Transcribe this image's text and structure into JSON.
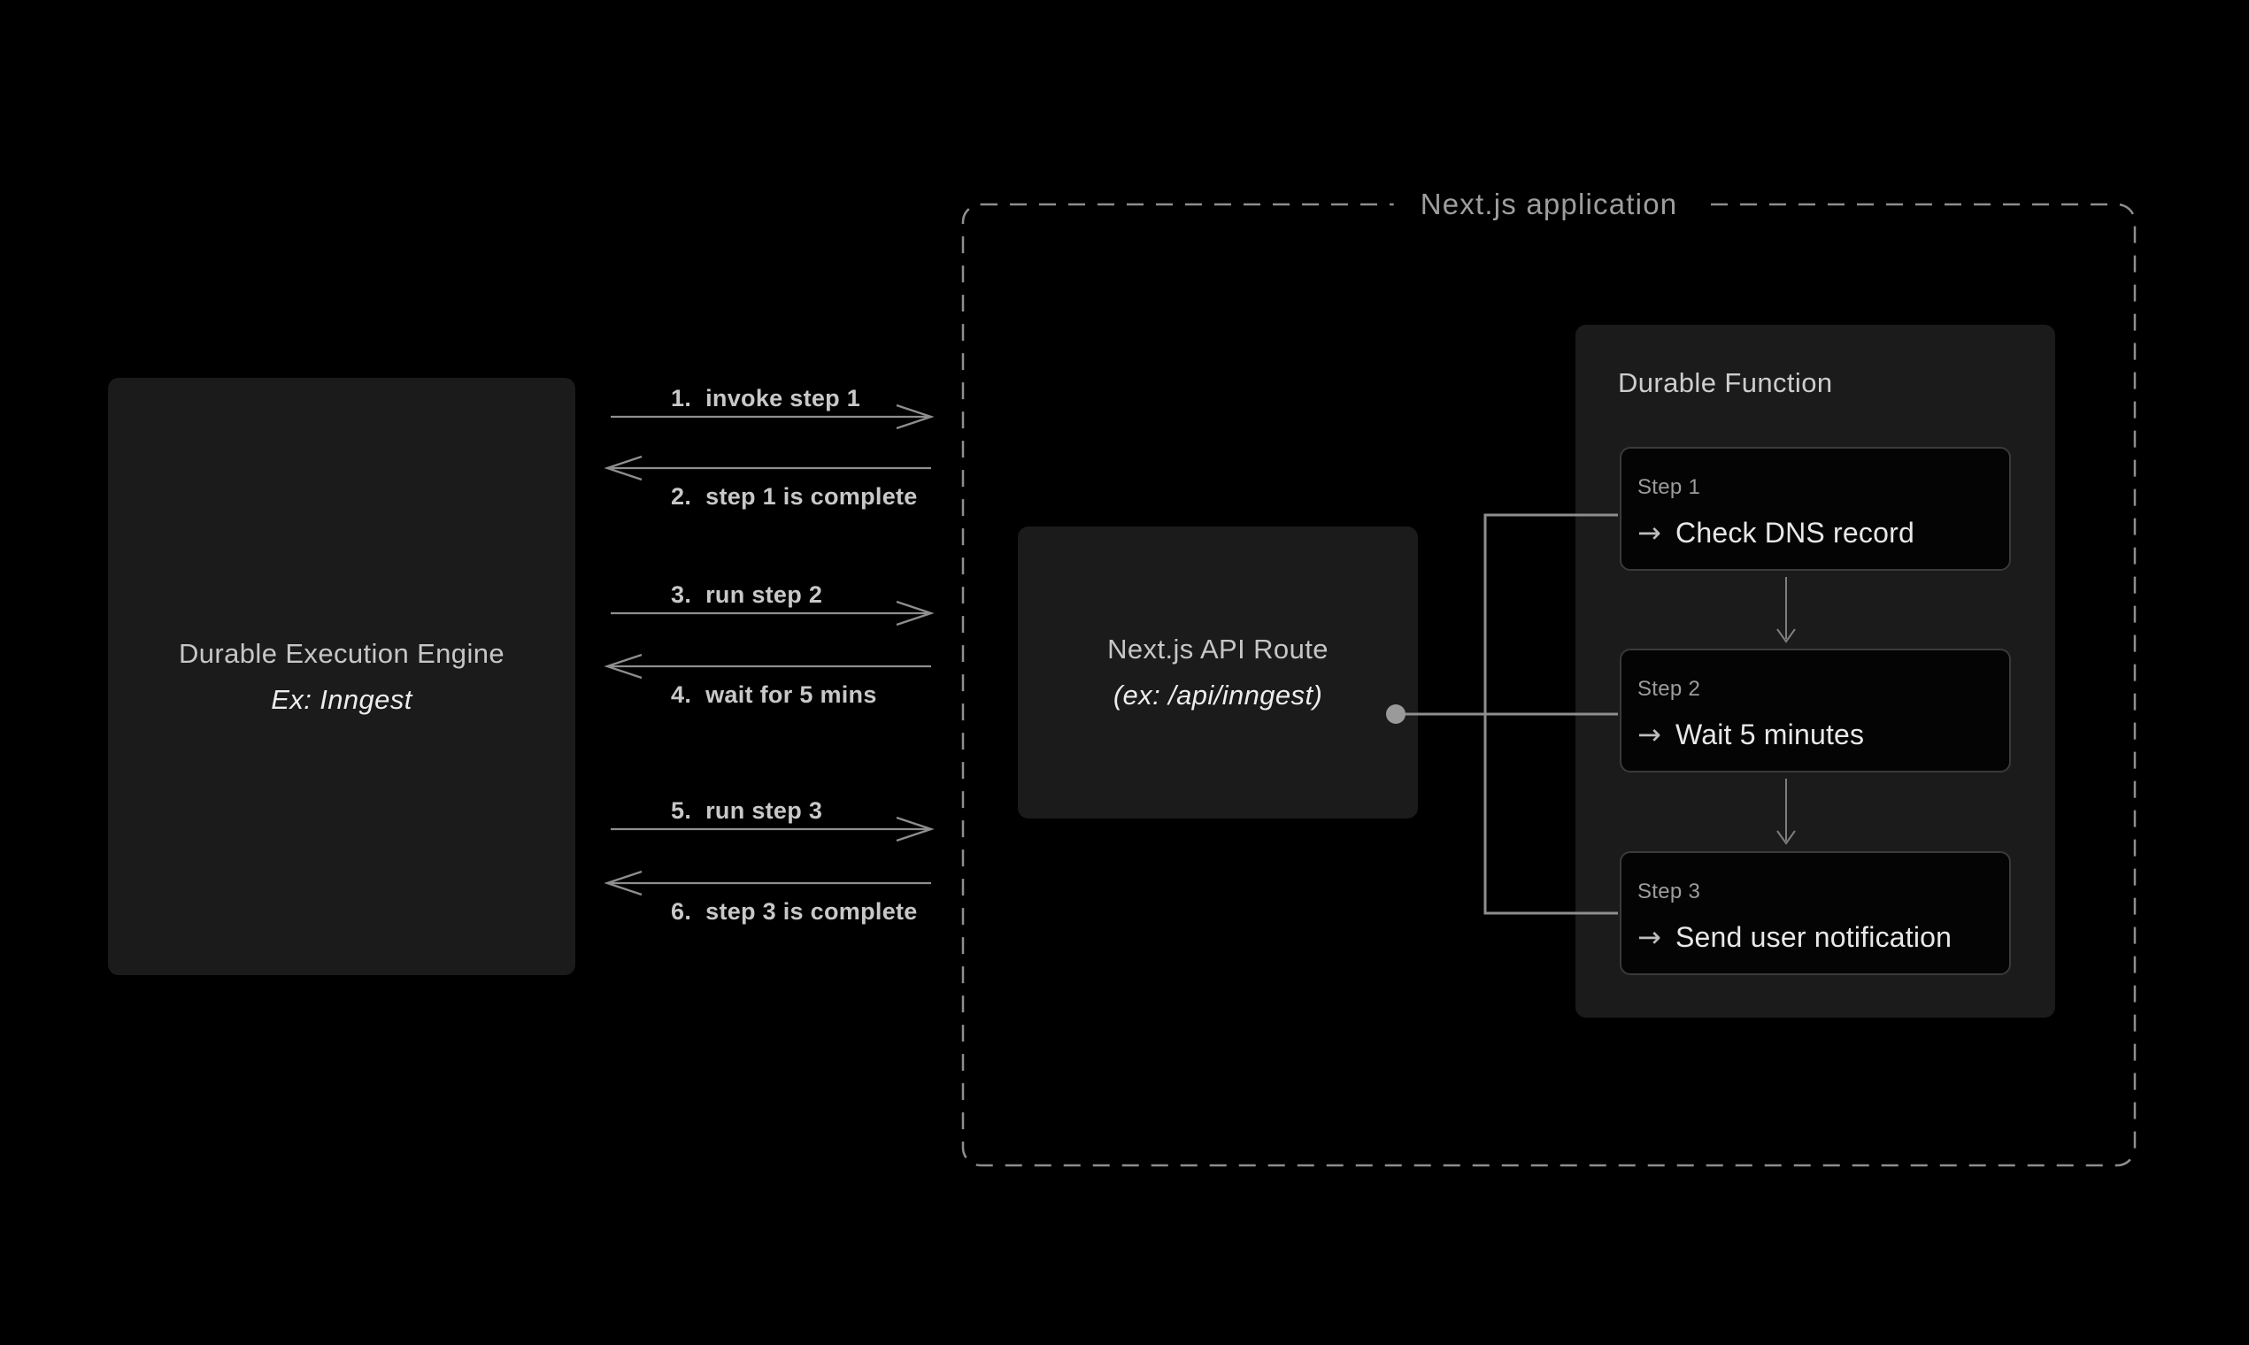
{
  "engine": {
    "title": "Durable Execution Engine",
    "subtitle": "Ex: Inngest"
  },
  "messages": [
    {
      "num": "1.",
      "text": "invoke step 1",
      "direction": "right"
    },
    {
      "num": "2.",
      "text": "step 1 is complete",
      "direction": "left"
    },
    {
      "num": "3.",
      "text": "run step 2",
      "direction": "right"
    },
    {
      "num": "4.",
      "text": "wait for 5 mins",
      "direction": "left"
    },
    {
      "num": "5.",
      "text": "run step 3",
      "direction": "right"
    },
    {
      "num": "6.",
      "text": "step 3 is complete",
      "direction": "left"
    }
  ],
  "nextjs_container": {
    "label": "Next.js application"
  },
  "api_route": {
    "title": "Next.js API Route",
    "subtitle": "(ex: /api/inngest)"
  },
  "durable_function": {
    "title": "Durable Function",
    "steps": [
      {
        "label": "Step 1",
        "icon": "→",
        "text": "Check DNS record"
      },
      {
        "label": "Step 2",
        "icon": "→",
        "text": "Wait 5 minutes"
      },
      {
        "label": "Step 3",
        "icon": "→",
        "text": "Send user notification"
      }
    ]
  },
  "colors": {
    "background": "#000000",
    "panel": "#1b1b1b",
    "card": "#040404",
    "card_border": "#3a3a3a",
    "line": "#8f8f8f",
    "dash_border": "#8e8e8e",
    "title_text": "#c6c6c6",
    "bright_text": "#ededed",
    "muted_text": "#9c9c9c",
    "label_text": "#c8c8c8"
  }
}
